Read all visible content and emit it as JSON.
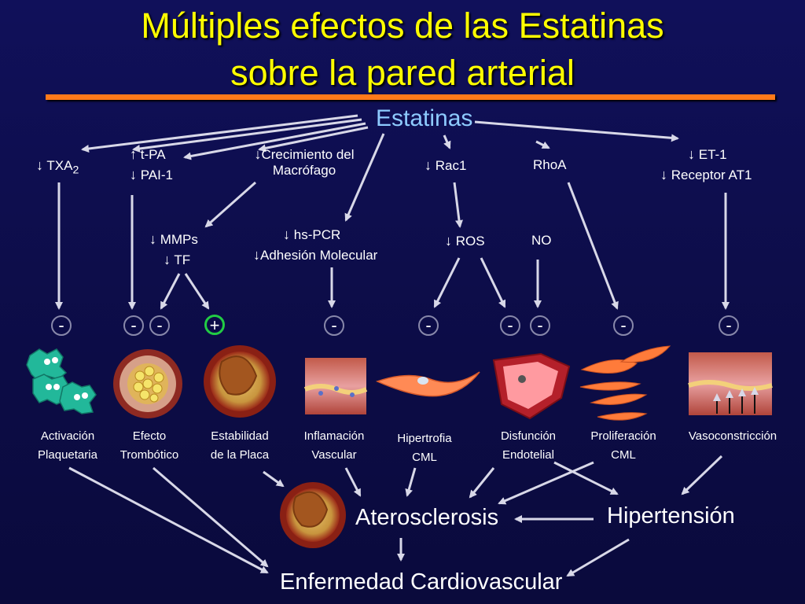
{
  "title": {
    "line1": "Múltiples efectos de las Estatinas",
    "line2": "sobre la pared arterial"
  },
  "source": "Estatinas",
  "effects": {
    "txa2": "TXA",
    "txa2_sub": "2",
    "tpa": "t-PA",
    "pai1": "PAI-1",
    "crecimiento1": "Crecimiento del",
    "crecimiento2": "Macrófago",
    "rac1": "Rac1",
    "rhoa": "RhoA",
    "et1": "ET-1",
    "receptor": "Receptor AT1",
    "mmps": "MMPs",
    "tf": "TF",
    "hspcr": "hs-PCR",
    "adhesion": "Adhesión Molecular",
    "ros": "ROS",
    "no": "NO"
  },
  "signs": {
    "minus": "-",
    "plus": "+"
  },
  "captions": {
    "activacion1": "Activación",
    "activacion2": "Plaquetaria",
    "efecto1": "Efecto",
    "efecto2": "Trombótico",
    "estabilidad1": "Estabilidad",
    "estabilidad2": "de la Placa",
    "inflamacion1": "Inflamación",
    "inflamacion2": "Vascular",
    "hipertrofia1": "Hipertrofia",
    "hipertrofia2": "CML",
    "disfuncion1": "Disfunción",
    "disfuncion2": "Endotelial",
    "proliferacion1": "Proliferación",
    "proliferacion2": "CML",
    "vasoconstriccion": "Vasoconstricción"
  },
  "outcomes": {
    "aterosclerosis": "Aterosclerosis",
    "hipertension": "Hipertensión",
    "enfermedad": "Enfermedad Cardiovascular"
  },
  "colors": {
    "title": "#ffff00",
    "estatinas": "#8ecbff",
    "rule": "#ff7a1a",
    "arrow": "#d8d8e8",
    "plus_ring": "#22cc44",
    "platelet": "#22b89a",
    "vessel_wall": "#b8372a",
    "smooth_muscle": "#ff8a55"
  }
}
